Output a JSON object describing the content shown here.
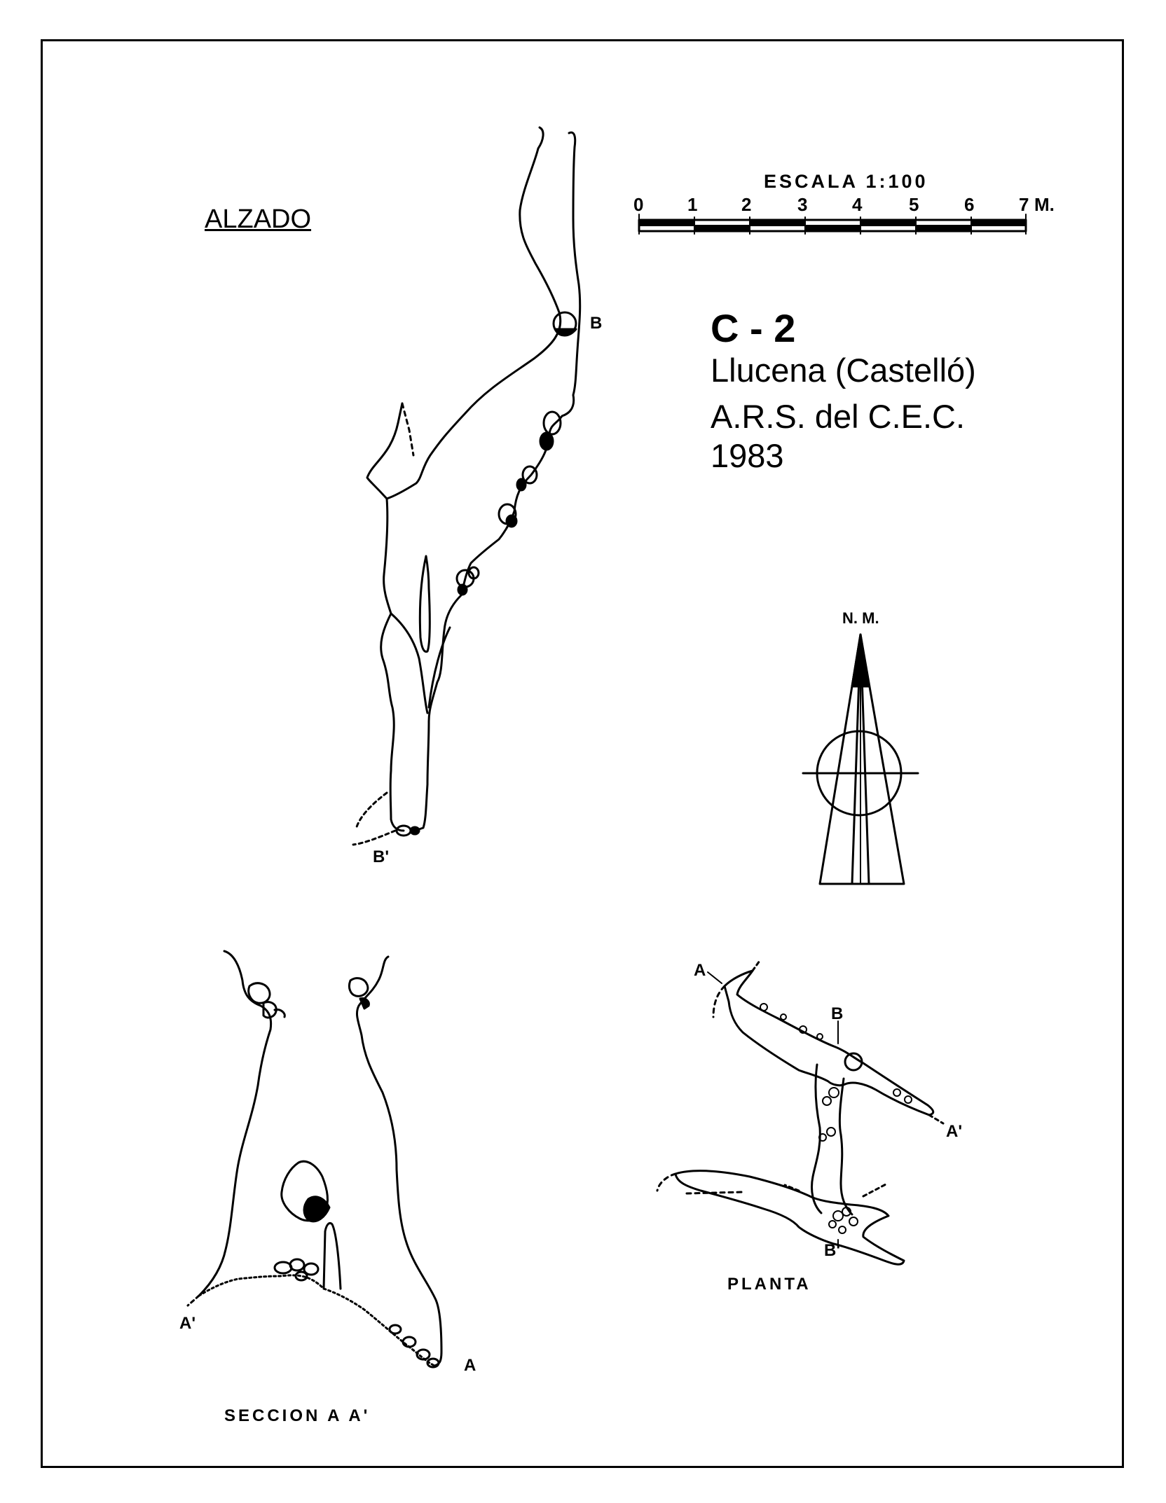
{
  "labels": {
    "alzado": "ALZADO",
    "code": "C - 2",
    "location": "Llucena (Castelló)",
    "author": "A.R.S. del C.E.C.",
    "year": "1983",
    "planta": "PLANTA",
    "seccion": "SECCION  A  A'",
    "north": "N. M."
  },
  "scale": {
    "title": "ESCALA   1:100",
    "ticks": [
      "0",
      "1",
      "2",
      "3",
      "4",
      "5",
      "6",
      "7"
    ],
    "unit": "M."
  },
  "points": {
    "alzado_b": "B",
    "alzado_b_prime": "B'",
    "seccion_a": "A",
    "seccion_a_prime": "A'",
    "planta_a": "A",
    "planta_a_prime": "A'",
    "planta_b": "B",
    "planta_b_prime": "B'"
  },
  "colors": {
    "ink": "#000000",
    "paper": "#ffffff"
  }
}
